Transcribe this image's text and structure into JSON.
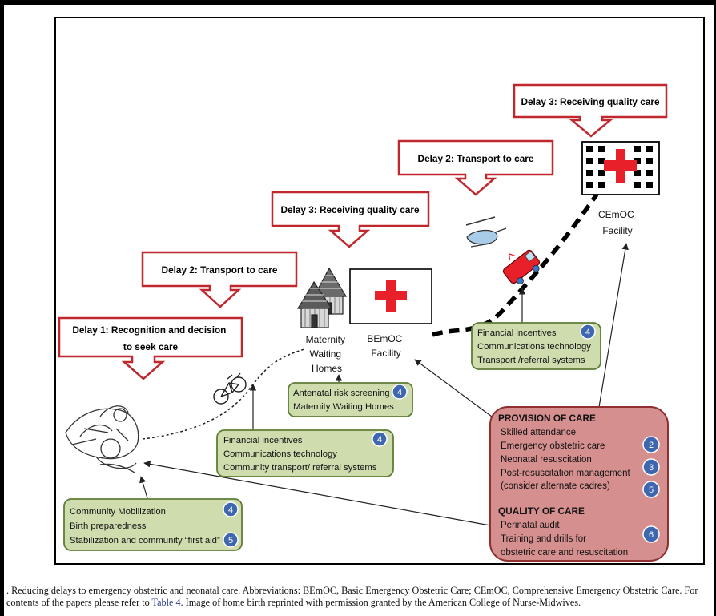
{
  "delays": [
    {
      "id": "d1",
      "lines": [
        "Delay 1: Recognition and decision",
        "to seek care"
      ]
    },
    {
      "id": "d2a",
      "lines": [
        "Delay 2: Transport to care"
      ]
    },
    {
      "id": "d3a",
      "lines": [
        "Delay 3: Receiving quality care"
      ]
    },
    {
      "id": "d2b",
      "lines": [
        "Delay 2: Transport to care"
      ]
    },
    {
      "id": "d3b",
      "lines": [
        "Delay 3: Receiving quality care"
      ]
    }
  ],
  "facilities": {
    "mwh": [
      "Maternity",
      "Waiting",
      "Homes"
    ],
    "bemoc": [
      "BEmOC",
      "Facility"
    ],
    "cemoc": [
      "CEmOC",
      "Facility"
    ]
  },
  "boxes": {
    "community": {
      "lines": [
        "Community Mobilization",
        "Birth preparedness",
        "Stabilization and community “first aid”"
      ],
      "badges": [
        "4",
        "5"
      ]
    },
    "financial1": {
      "lines": [
        "Financial incentives",
        "Communications technology",
        "Community transport/ referral systems"
      ],
      "badges": [
        "4"
      ]
    },
    "antenatal": {
      "lines": [
        "Antenatal risk screening",
        "Maternity Waiting Homes"
      ],
      "badges": [
        "4"
      ]
    },
    "financial2": {
      "lines": [
        "Financial incentives",
        "Communications technology",
        "Transport /referral systems"
      ],
      "badges": [
        "4"
      ]
    },
    "provision": {
      "heading1": "PROVISION OF CARE",
      "lines1": [
        "Skilled attendance",
        "Emergency obstetric care",
        "Neonatal resuscitation",
        "Post-resuscitation management",
        "(consider alternate cadres)"
      ],
      "heading2": "QUALITY OF CARE",
      "lines2": [
        "Perinatal audit",
        "Training and drills for",
        "obstetric care and  resuscitation"
      ],
      "badges": [
        "2",
        "3",
        "5",
        "6"
      ]
    }
  },
  "caption": {
    "part1": ". Reducing delays to emergency obstetric and neonatal care. Abbreviations: BEmOC, Basic Emergency Obstetric Care; CEmOC, Comprehensive Emergency Obstetric Care. For",
    "part2a": "contents of the papers please refer to ",
    "link": "Table 4",
    "part2b": ". Image of home birth reprinted with permission granted by the American College of Nurse-Midwives."
  },
  "colors": {
    "delay_border": "#c0282d",
    "green_fill": "#cfdcae",
    "green_border": "#5f7d34",
    "red_fill": "#d68f8f",
    "red_border": "#8f2f2f",
    "badge": "#3f67b0",
    "cross": "#e8202a"
  }
}
